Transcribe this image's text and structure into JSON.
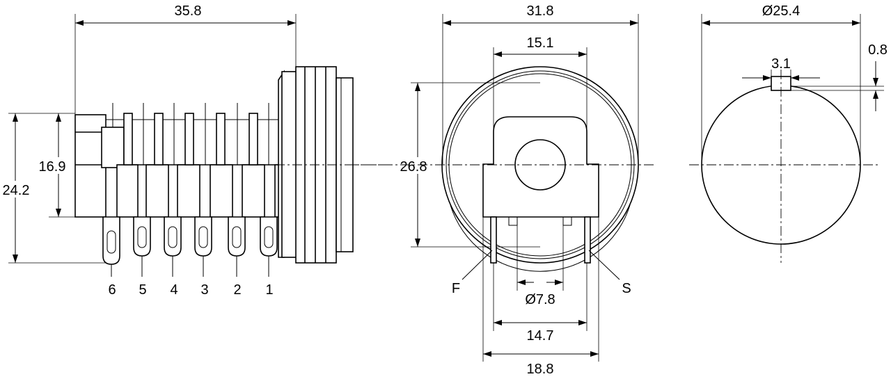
{
  "side_view": {
    "overall_length": "35.8",
    "height_inner": "16.9",
    "height_overall": "24.2",
    "pin_labels": [
      "6",
      "5",
      "4",
      "3",
      "2",
      "1"
    ]
  },
  "front_view": {
    "width_overall": "31.8",
    "width_inner": "15.1",
    "height": "26.8",
    "hole_diameter": "Ø7.8",
    "pin_spacing": "14.7",
    "body_width": "18.8",
    "label_left": "F",
    "label_right": "S"
  },
  "back_view": {
    "diameter": "Ø25.4",
    "notch_width": "3.1",
    "notch_depth": "0.8"
  }
}
